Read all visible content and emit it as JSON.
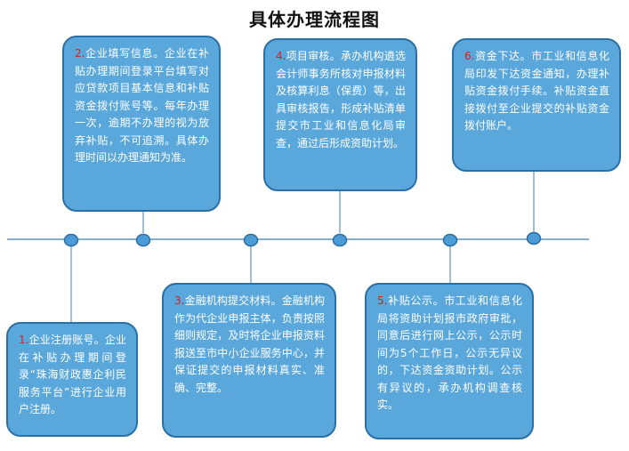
{
  "title": "具体办理流程图",
  "steps": [
    {
      "num": "1.",
      "text": "企业注册账号。企业在补贴办理期间登录“珠海财政惠企利民服务平台”进行企业用户注册。"
    },
    {
      "num": "2.",
      "text": "企业填写信息。企业在补贴办理期间登录平台填写对应贷款项目基本信息和补贴资金拨付账号等。每年办理一次，逾期不办理的视为放弃补贴，不可追溯。具体办理时间以办理通知为准。"
    },
    {
      "num": "3.",
      "text": "金融机构提交材料。金融机构作为代企业申报主体，负责按照细则规定，及时将企业申报资料报送至市中小企业服务中心，并保证提交的申报材料真实、准确、完整。"
    },
    {
      "num": "4.",
      "text": "项目审核。承办机构遴选会计师事务所核对申报材料及核算利息（保费）等，出具审核报告，形成补贴清单提交市工业和信息化局审查，通过后形成资助计划。"
    },
    {
      "num": "5.",
      "text": "补贴公示。市工业和信息化局将资助计划报市政府审批，同意后进行网上公示，公示时间为5个工作日，公示无异议的，下达资金资助计划。公示有异议的，承办机构调查核实。"
    },
    {
      "num": "6.",
      "text": "资金下达。市工业和信息化局印发下达资金通知，办理补贴资金拨付手续。补贴资金直接拨付至企业提交的补贴资金拨付账户。"
    }
  ],
  "colors": {
    "box_fill": "#5aa7dc",
    "box_border": "#2a6fa5",
    "number": "#d42020",
    "line": "#3a7fb8",
    "dot": "#4a9bd6"
  }
}
